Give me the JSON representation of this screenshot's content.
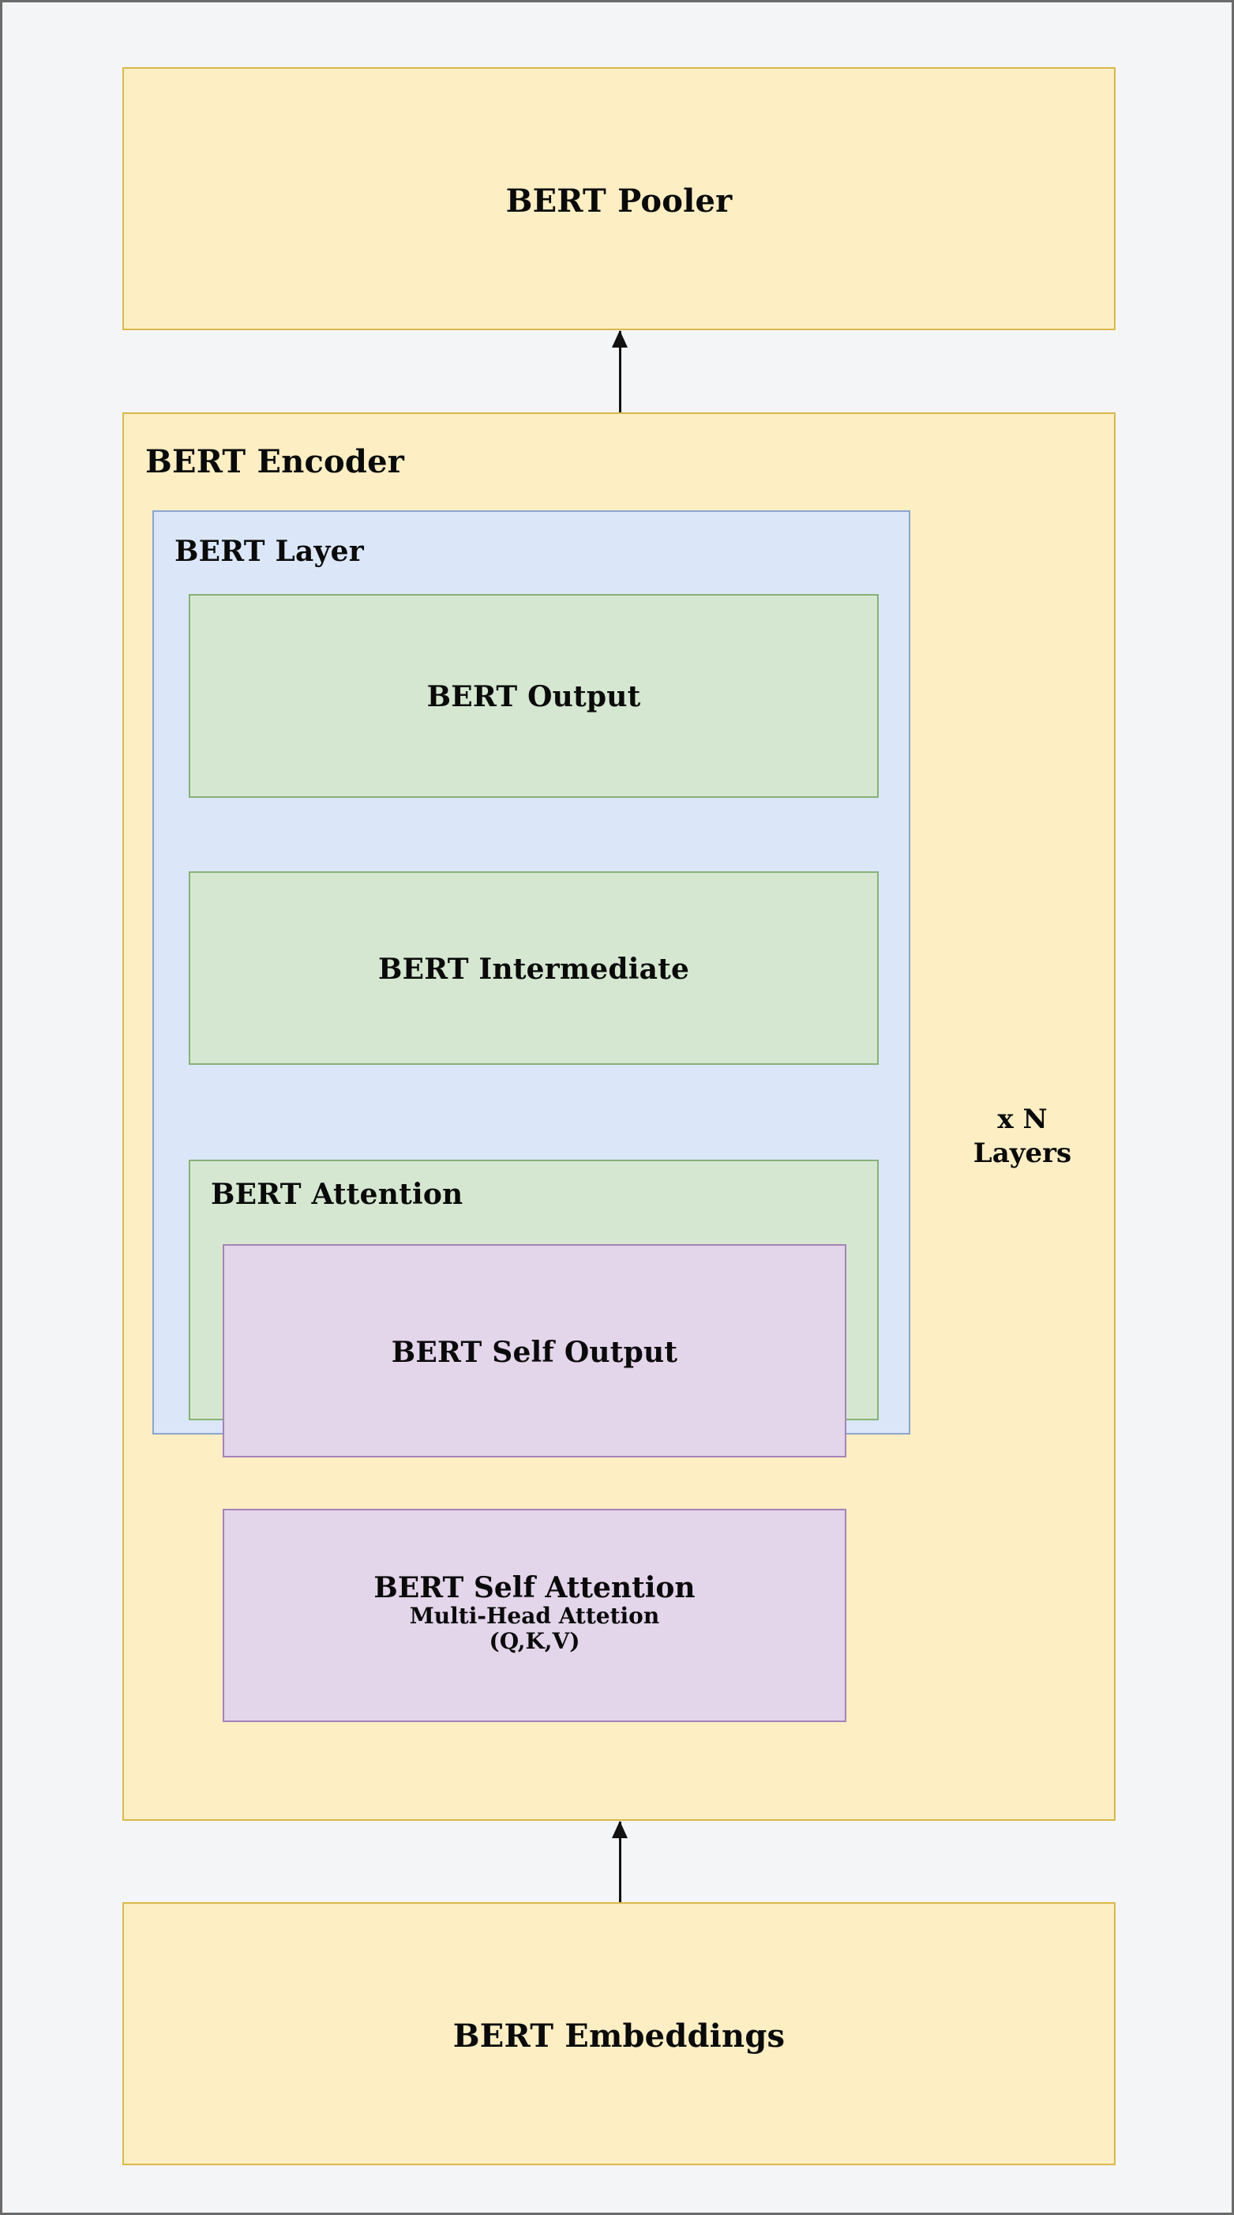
{
  "diagram": {
    "title_text_color": "#0a0a0a",
    "background": "#f4f5f6",
    "blocks": {
      "pooler": {
        "label": "BERT Pooler"
      },
      "encoder": {
        "label": "BERT Encoder"
      },
      "layer": {
        "label": "BERT Layer"
      },
      "output": {
        "label": "BERT Output"
      },
      "intermediate": {
        "label": "BERT Intermediate"
      },
      "attention": {
        "label": "BERT Attention"
      },
      "self_output": {
        "label": "BERT Self Output"
      },
      "self_attention": {
        "label": "BERT Self Attention",
        "sub_label": "Multi-Head Attetion",
        "sub_label2": "(Q,K,V)"
      },
      "embeddings": {
        "label": "BERT Embeddings"
      }
    },
    "annotations": {
      "repeat_line1": "x N",
      "repeat_line2": "Layers"
    },
    "colors": {
      "yellow_fill": "#fdeec4",
      "yellow_border": "#d9b84c",
      "blue_fill": "#dbe7f9",
      "blue_border": "#8ba6cd",
      "green_fill": "#d5e7d1",
      "green_border": "#86b277",
      "purple_fill": "#e3d5ea",
      "purple_border": "#a783b8",
      "arrow": "#111111"
    }
  }
}
